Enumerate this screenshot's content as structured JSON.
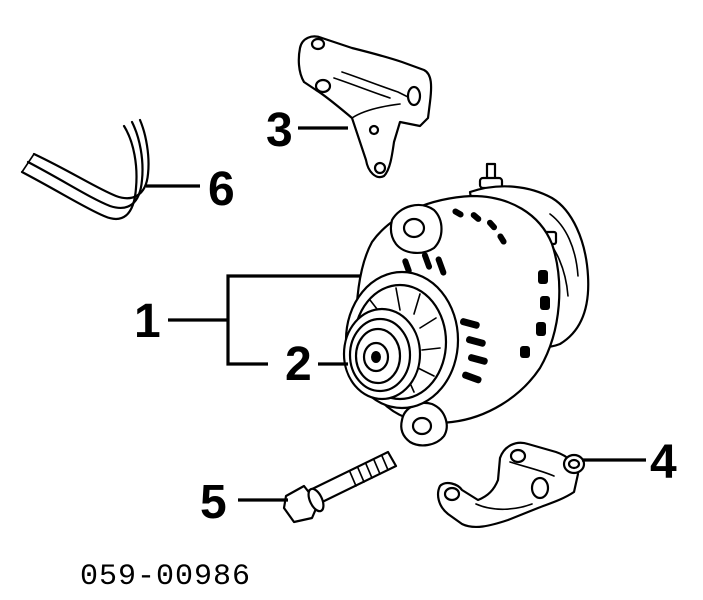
{
  "diagram": {
    "callouts": [
      "1",
      "2",
      "3",
      "4",
      "5",
      "6"
    ],
    "part_code": "059-00986"
  }
}
